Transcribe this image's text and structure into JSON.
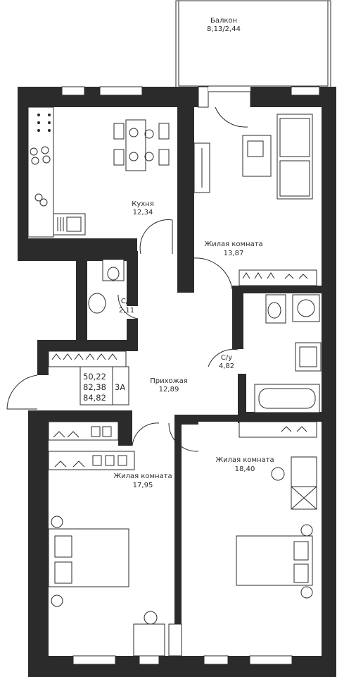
{
  "rooms": {
    "balcony": {
      "name": "Балкон",
      "area": "8,13/2,44"
    },
    "kitchen": {
      "name": "Кухня",
      "area": "12,34"
    },
    "living_top": {
      "name": "Жилая комната",
      "area": "13,87"
    },
    "bath_small": {
      "name": "С/у",
      "area": "2,11"
    },
    "bath_large": {
      "name": "С/у",
      "area": "4,82"
    },
    "hallway": {
      "name": "Прихожая",
      "area": "12,89"
    },
    "living_left": {
      "name": "Жилая комната",
      "area": "17,95"
    },
    "living_right": {
      "name": "Жилая комната",
      "area": "18,40"
    }
  },
  "area_box": {
    "living_area": "50,22",
    "total_area": "82,38",
    "total_with_balcony": "84,82",
    "apartment_type": "3А"
  },
  "colors": {
    "wall": "#2b2b2b",
    "background": "#ffffff"
  }
}
